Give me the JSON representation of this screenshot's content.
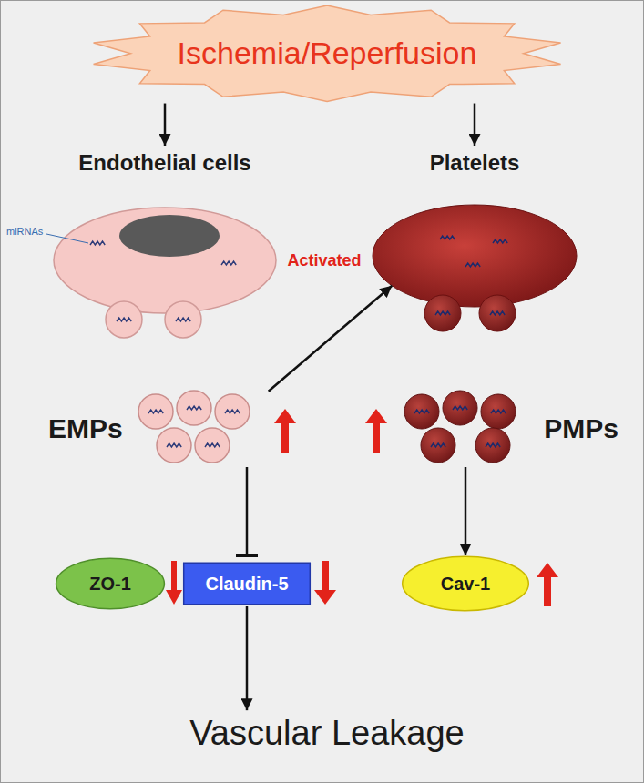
{
  "diagram": {
    "nodes": [
      {
        "text": [
          "Ischemia/Reperfusion"
        ]
      },
      {
        "text": [
          "Endothelial cells"
        ]
      },
      {
        "text": [
          "Platelets"
        ]
      },
      {
        "text": [
          "EMPs"
        ]
      },
      {
        "text": [
          "PMPs"
        ]
      },
      {
        "text": [
          "ZO-1"
        ]
      },
      {
        "text": [
          "Claudin-5"
        ]
      },
      {
        "text": [
          "Cav-1"
        ]
      },
      {
        "text": [
          "Vascular Leakage"
        ]
      }
    ],
    "edges": [
      {
        "from": 0,
        "to": 1,
        "arrow": "to"
      },
      {
        "from": 0,
        "to": 2,
        "arrow": "to"
      },
      {
        "from": 3,
        "to": 2,
        "arrow": "to"
      },
      {
        "from": 3,
        "to": 6,
        "arrow": "to"
      },
      {
        "from": 4,
        "to": 7,
        "arrow": "to"
      },
      {
        "from": 6,
        "to": 8,
        "arrow": "to"
      }
    ],
    "labels": [
      "miRNAs",
      "Activated"
    ]
  }
}
